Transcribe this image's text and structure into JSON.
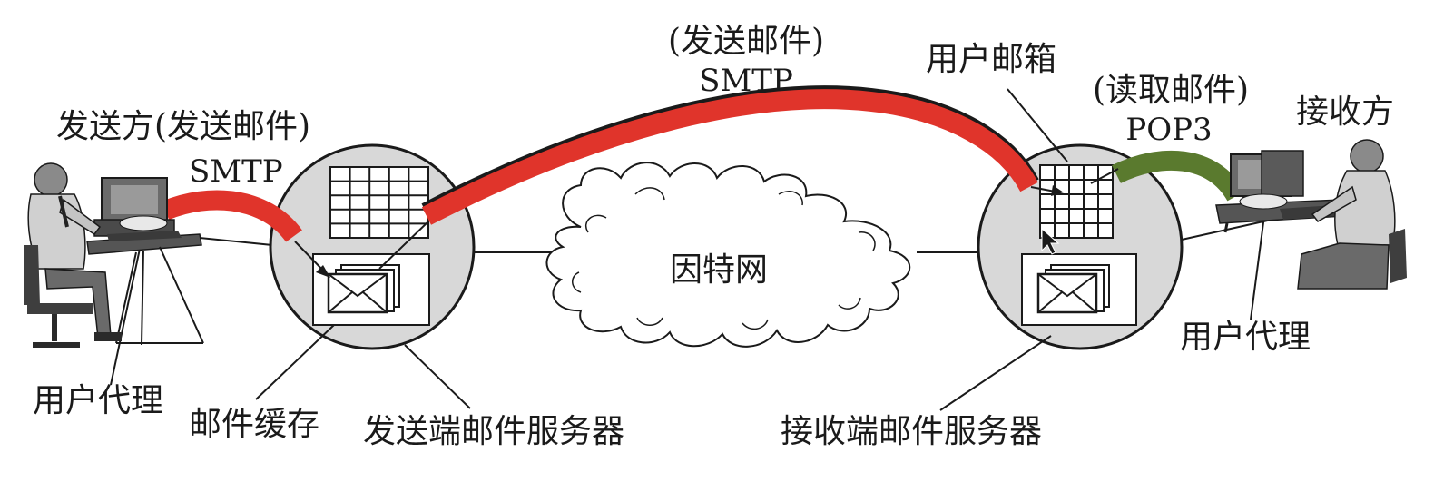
{
  "labels": {
    "sender_title": "发送方(发送邮件)",
    "sender_protocol": "SMTP",
    "send_mail_paren": "(发送邮件)",
    "send_mail_protocol": "SMTP",
    "user_mailbox": "用户邮箱",
    "read_mail_paren": "(读取邮件)",
    "read_mail_protocol": "POP3",
    "receiver_title": "接收方",
    "internet": "因特网",
    "user_agent_left": "用户代理",
    "mail_cache": "邮件缓存",
    "sending_server": "发送端邮件服务器",
    "receiving_server": "接收端邮件服务器",
    "user_agent_right": "用户代理"
  },
  "colors": {
    "smtp_link": "#e0342b",
    "pop3_link": "#5a7a2e",
    "server_fill": "#d8d8d8",
    "outline": "#1a1a1a"
  }
}
